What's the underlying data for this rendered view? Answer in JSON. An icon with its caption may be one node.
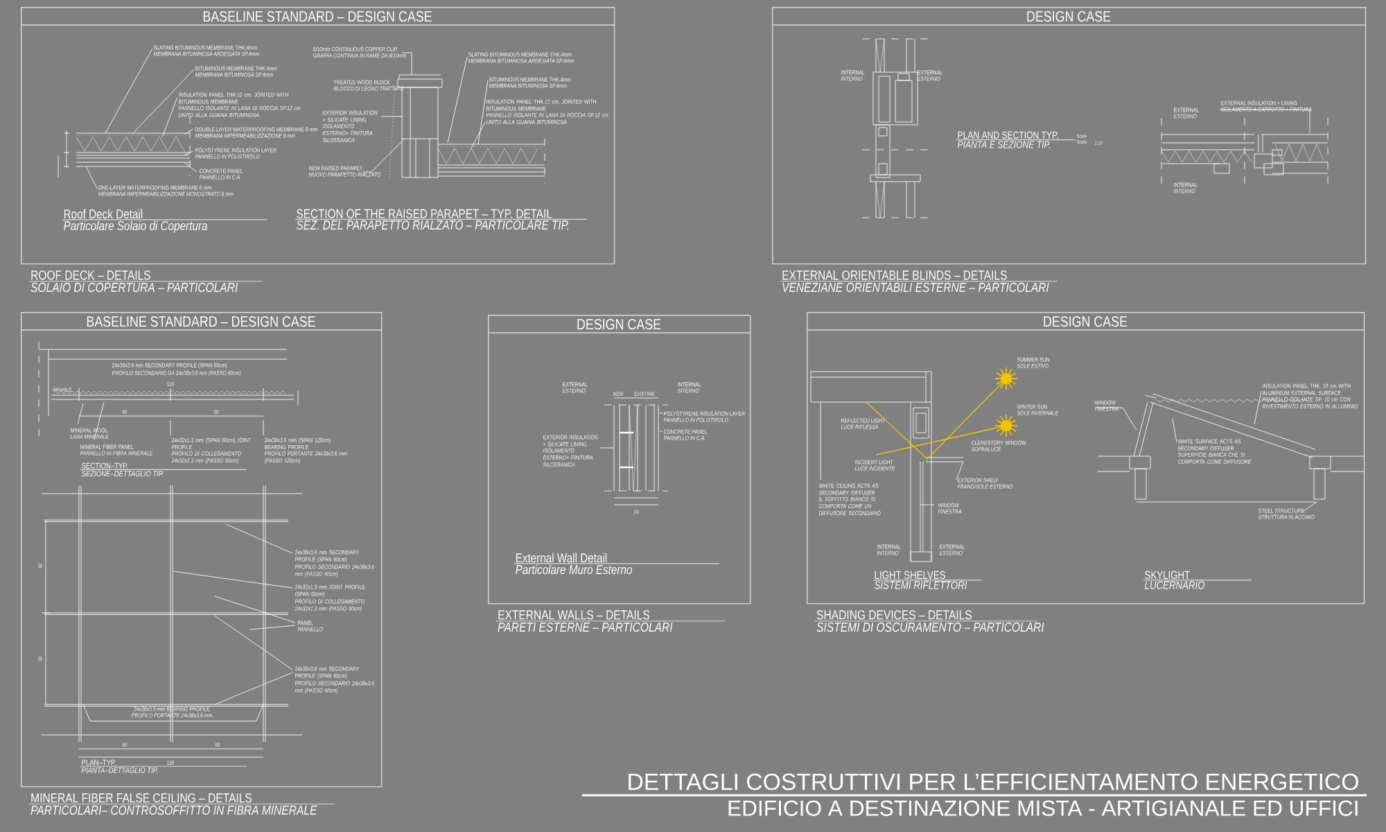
{
  "diagram": {
    "title": "DETTAGLI COSTRUTTIVI PER L’EFFICIENTAMENTO ENERGETICO",
    "nodes": [
      {
        "text": [
          "BASELINE STANDARD – DESIGN CASE",
          "ROOF DECK – DETAILS",
          "SOLAIO DI COPERTURA – PARTICOLARI"
        ]
      },
      {
        "text": [
          "DESIGN CASE",
          "EXTERNAL ORIENTABLE BLINDS – DETAILS",
          "VENEZIANE ORIENTABILI ESTERNE – PARTICOLARI"
        ]
      },
      {
        "text": [
          "BASELINE STANDARD – DESIGN CASE",
          "MINERAL FIBER FALSE CEILING – DETAILS",
          "PARTICOLARI– CONTROSOFFITTO IN FIBRA MINERALE"
        ]
      },
      {
        "text": [
          "DESIGN CASE",
          "EXTERNAL WALLS – DETAILS",
          "PARETI ESTERNE – PARTICOLARI"
        ]
      },
      {
        "text": [
          "DESIGN CASE",
          "SHADING DEVICES – DETAILS",
          "SISTEMI DI OSCURAMENTO – PARTICOLARI"
        ]
      }
    ],
    "labels": [
      "SLATING BITUMINOUS MEMBRANE THK.4mm",
      "MEMBRANA BITUMINOSA ARDESIATA SP.4mm",
      "BITUMINOUS MEMBRANE THK.4mm",
      "MEMBRANA BITUMINOSA SP.4mm",
      "INSULATION PANEL THK.12 cm, JOINTED WITH BITUMINOUS MEMBRANE",
      "PANNELLO ISOLANTE IN LANA DI ROCCIA SP.12 cm UNITO ALLA GUAINA BITUMINOSA",
      "DOUBLE LAYER WATERPROOFING MEMBRANE 8 mm",
      "MEMBRANA IMPERMEABILIZZAZIONE 8 mm",
      "POLYSTYRENE INSULATION LAYER",
      "PANNELLO IN POLISTIROLO",
      "CONCRETE PANEL",
      "PANNELLO IN C.A.",
      "ONE-LAYER WATERPROOFING MEMBRANE 6 mm",
      "MEMBRANA IMPERMEABILIZZAZIONE MONOSTRATO 6 mm",
      "Roof Deck Detail",
      "Particolare Solaio di Copertura",
      "8/10mm CONTINUOUS COPPER CLIP",
      "GRAFFA CONTINUA IN RAME DA 8/10mm",
      "TREATED WOOD BLOCK",
      "BLOCCO DI LEGNO TRATTATO",
      "EXTERIOR INSULATION + SILICATE LINING",
      "ISOLAMENTO ESTERNO+ FINITURA SILOSSANICA",
      "NEW RAISED PARAPET",
      "NUOVO PARAPETTO RIALZATO",
      "SLATING BITUMINOUS MEMBRANE THK.4mm",
      "MEMBRANA BITUMINOSA ARDESIATA SP.4mm",
      "BITUMINOUS MEMBRANE THK.4mm",
      "MEMBRANA BITUMINOSA SP.4mm",
      "INSULATION PANEL THK.12 cm, JOINTED WITH BITUMINOUS MEMBRANE",
      "PANNELLO ISOLANTE IN LANA DI ROCCIA SP.12 cm UNITO ALLA GUAINA BITUMINOSA",
      "SECTION OF THE RAISED PARAPET – TYP. DETAIL",
      "SEZ. DEL PARAPETTO RIALZATO – PARTICOLARE TIP.",
      "INTERNAL",
      "INTERNO",
      "EXTERNAL",
      "ESTERNO",
      "PLAN AND SECTION TYP.",
      "PIANTA E SEZIONE TIP.",
      "Scale",
      "Scala",
      "1:10",
      "EXTERNAL",
      "ESTERNO",
      "INTERNAL",
      "INTERNO",
      "EXTERNAL INSULATION + LINING",
      "ISOLAMENTO A CAPPOTTO + FINITURA",
      "24x38x3.6 mm SECONDARY PROFILE (SPAN 60cm)",
      "PROFILO SECONDARIO DA 24x38x3.6 mm (PASSO 60cm)",
      "VARIABLE",
      "120",
      "60",
      "60",
      "MINERAL WOOL",
      "LANA MINERALE",
      "MINERAL FIBER PANEL",
      "PANNELLO IN FIBRA MINERALE",
      "24x32x1.3 mm (SPAN 60cm) JOINT PROFILE",
      "PROFILO DI COLLEGAMENTO 24x32x1.3 mm (PASSO 60cm)",
      "24x38x3.6 mm (SPAN 120cm) BEARING PROFILE",
      "PROFILO PORTANTE 24x38x3.6 mm (PASSO 120cm)",
      "SECTION–TYP.",
      "SEZIONE–DETTAGLIO TIP.",
      "60",
      "60",
      "24x38x3.6 mm SECONDARY PROFILE (SPAN 60cm)",
      "PROFILO SECONDARIO 24x38x3.6 mm (PASSO 60cm)",
      "24x32x1.3 mm JOINT PROFILE (SPAN 60cm)",
      "PROFILO DI COLLEGAMENTO 24x32x1.3 mm (PASSO 60cm)",
      "PANEL",
      "PANNELLO",
      "24x38x3.6 mm SECONDARY PROFILE (SPAN 60cm)",
      "PROFILO SECONDARIO 24x38x3.6 mm (PASSO 60cm)",
      "24x38x3.6 mm BEARING PROFILE",
      "PROFILO PORTANTE 24x38x3.6 mm",
      "60",
      "60",
      "120",
      "PLAN–TYP.",
      "PIANTA–DETTAGLIO TIP.",
      "EXTERNAL",
      "ESTERNO",
      "INTERNAL",
      "INTERNO",
      "NEW",
      "EXISTING",
      "EXTERIOR INSULATION + SILICATE LINING",
      "ISOLAMENTO ESTERNO+ FINITURA SILOSSANICA",
      "POLYSTYRENE INSULATION LAYER",
      "PANNELLO IN POLISTIROLO",
      "CONCRETE PANEL",
      "PANNELLO IN C.A.",
      "24",
      "External Wall Detail",
      "Particolare Muro Esterno",
      "SUMMER SUN",
      "SOLE ESTIVO",
      "WINTER SUN",
      "SOLE INVERNALE",
      "REFLECTED LIGHT",
      "LUCE RIFLESSA",
      "CLERESTORY WINDOW",
      "SOPRALUCE",
      "INCIDENT LIGHT",
      "LUCE INCIDENTE",
      "EXTERIOR SHELF",
      "FRANGISOLE ESTERNO",
      "WHITE CEILING ACTS AS SECONDARY DIFFUSER",
      "IL SOFFITTO BIANCO SI COMPORTA COME UN DIFFUSORE SECONDARIO",
      "WINDOW",
      "FINESTRA",
      "INTERNAL",
      "INTERNO",
      "EXTERNAL",
      "ESTERNO",
      "LIGHT SHELVES",
      "SISTEMI RIFLETTORI",
      "WINDOW",
      "FINESTRA",
      "INSULATION PANEL THK. 10 cm WITH ALUMINIUM EXTERNAL SURFACE",
      "PANNELLO ISOLANTE SP. 10 cm CON RIVESTIMENTO ESTERNO IN ALLUMINIO",
      "WHITE SURFACE ACTS AS SECONDARY DIFFUSER",
      "SUPERFICIE BIANCA CHE SI COMPORTA COME DIFFUSORE",
      "STEEL STRUCTURE",
      "STRUTTURA IN ACCIAIO",
      "SKYLIGHT",
      "LUCERNARIO",
      "EDIFICIO A DESTINAZIONE MISTA - ARTIGIANALE ED UFFICI"
    ]
  }
}
